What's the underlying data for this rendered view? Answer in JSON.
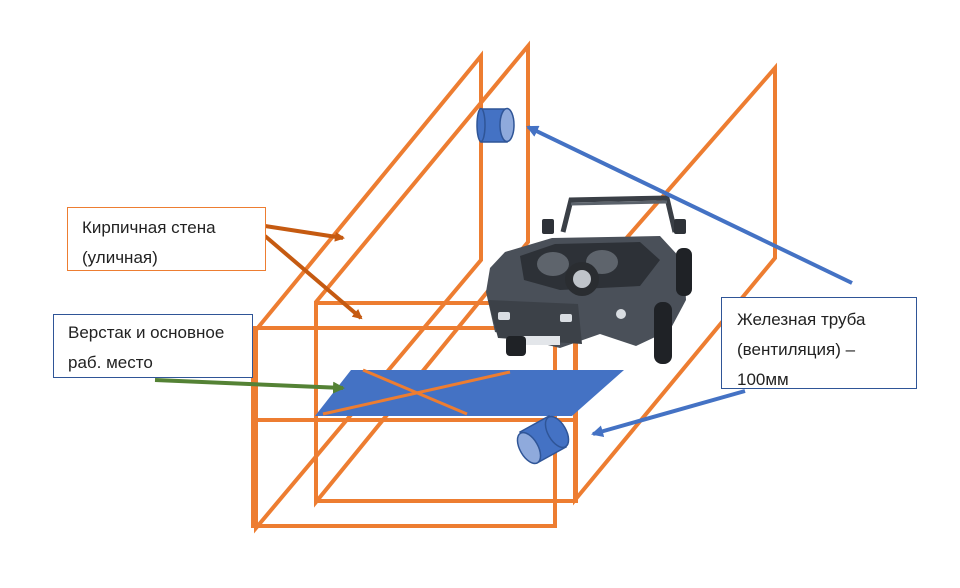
{
  "colors": {
    "frame": "#ED7D31",
    "wall_arrow": "#C55A11",
    "workbench": "#4472C4",
    "pipe_fill": "#4472C4",
    "pipe_light": "#8FAADC",
    "pipe_arrow": "#4472C4",
    "bench_arrow": "#548235",
    "car_body": "#4A5059",
    "callout_orange_border": "#ED7D31",
    "callout_blue_border": "#2F5597"
  },
  "callouts": {
    "brick_wall": {
      "line1": "Кирпичная стена",
      "line2": "(уличная)"
    },
    "workbench": {
      "line1": "Верстак и основное",
      "line2": "раб. место"
    },
    "iron_pipe": {
      "line1": "Железная труба",
      "line2": "(вентиляция) –",
      "line3": "100мм"
    }
  },
  "icons": {
    "car": "car-icon",
    "pipe_upper": "pipe-icon",
    "pipe_lower": "pipe-icon"
  }
}
